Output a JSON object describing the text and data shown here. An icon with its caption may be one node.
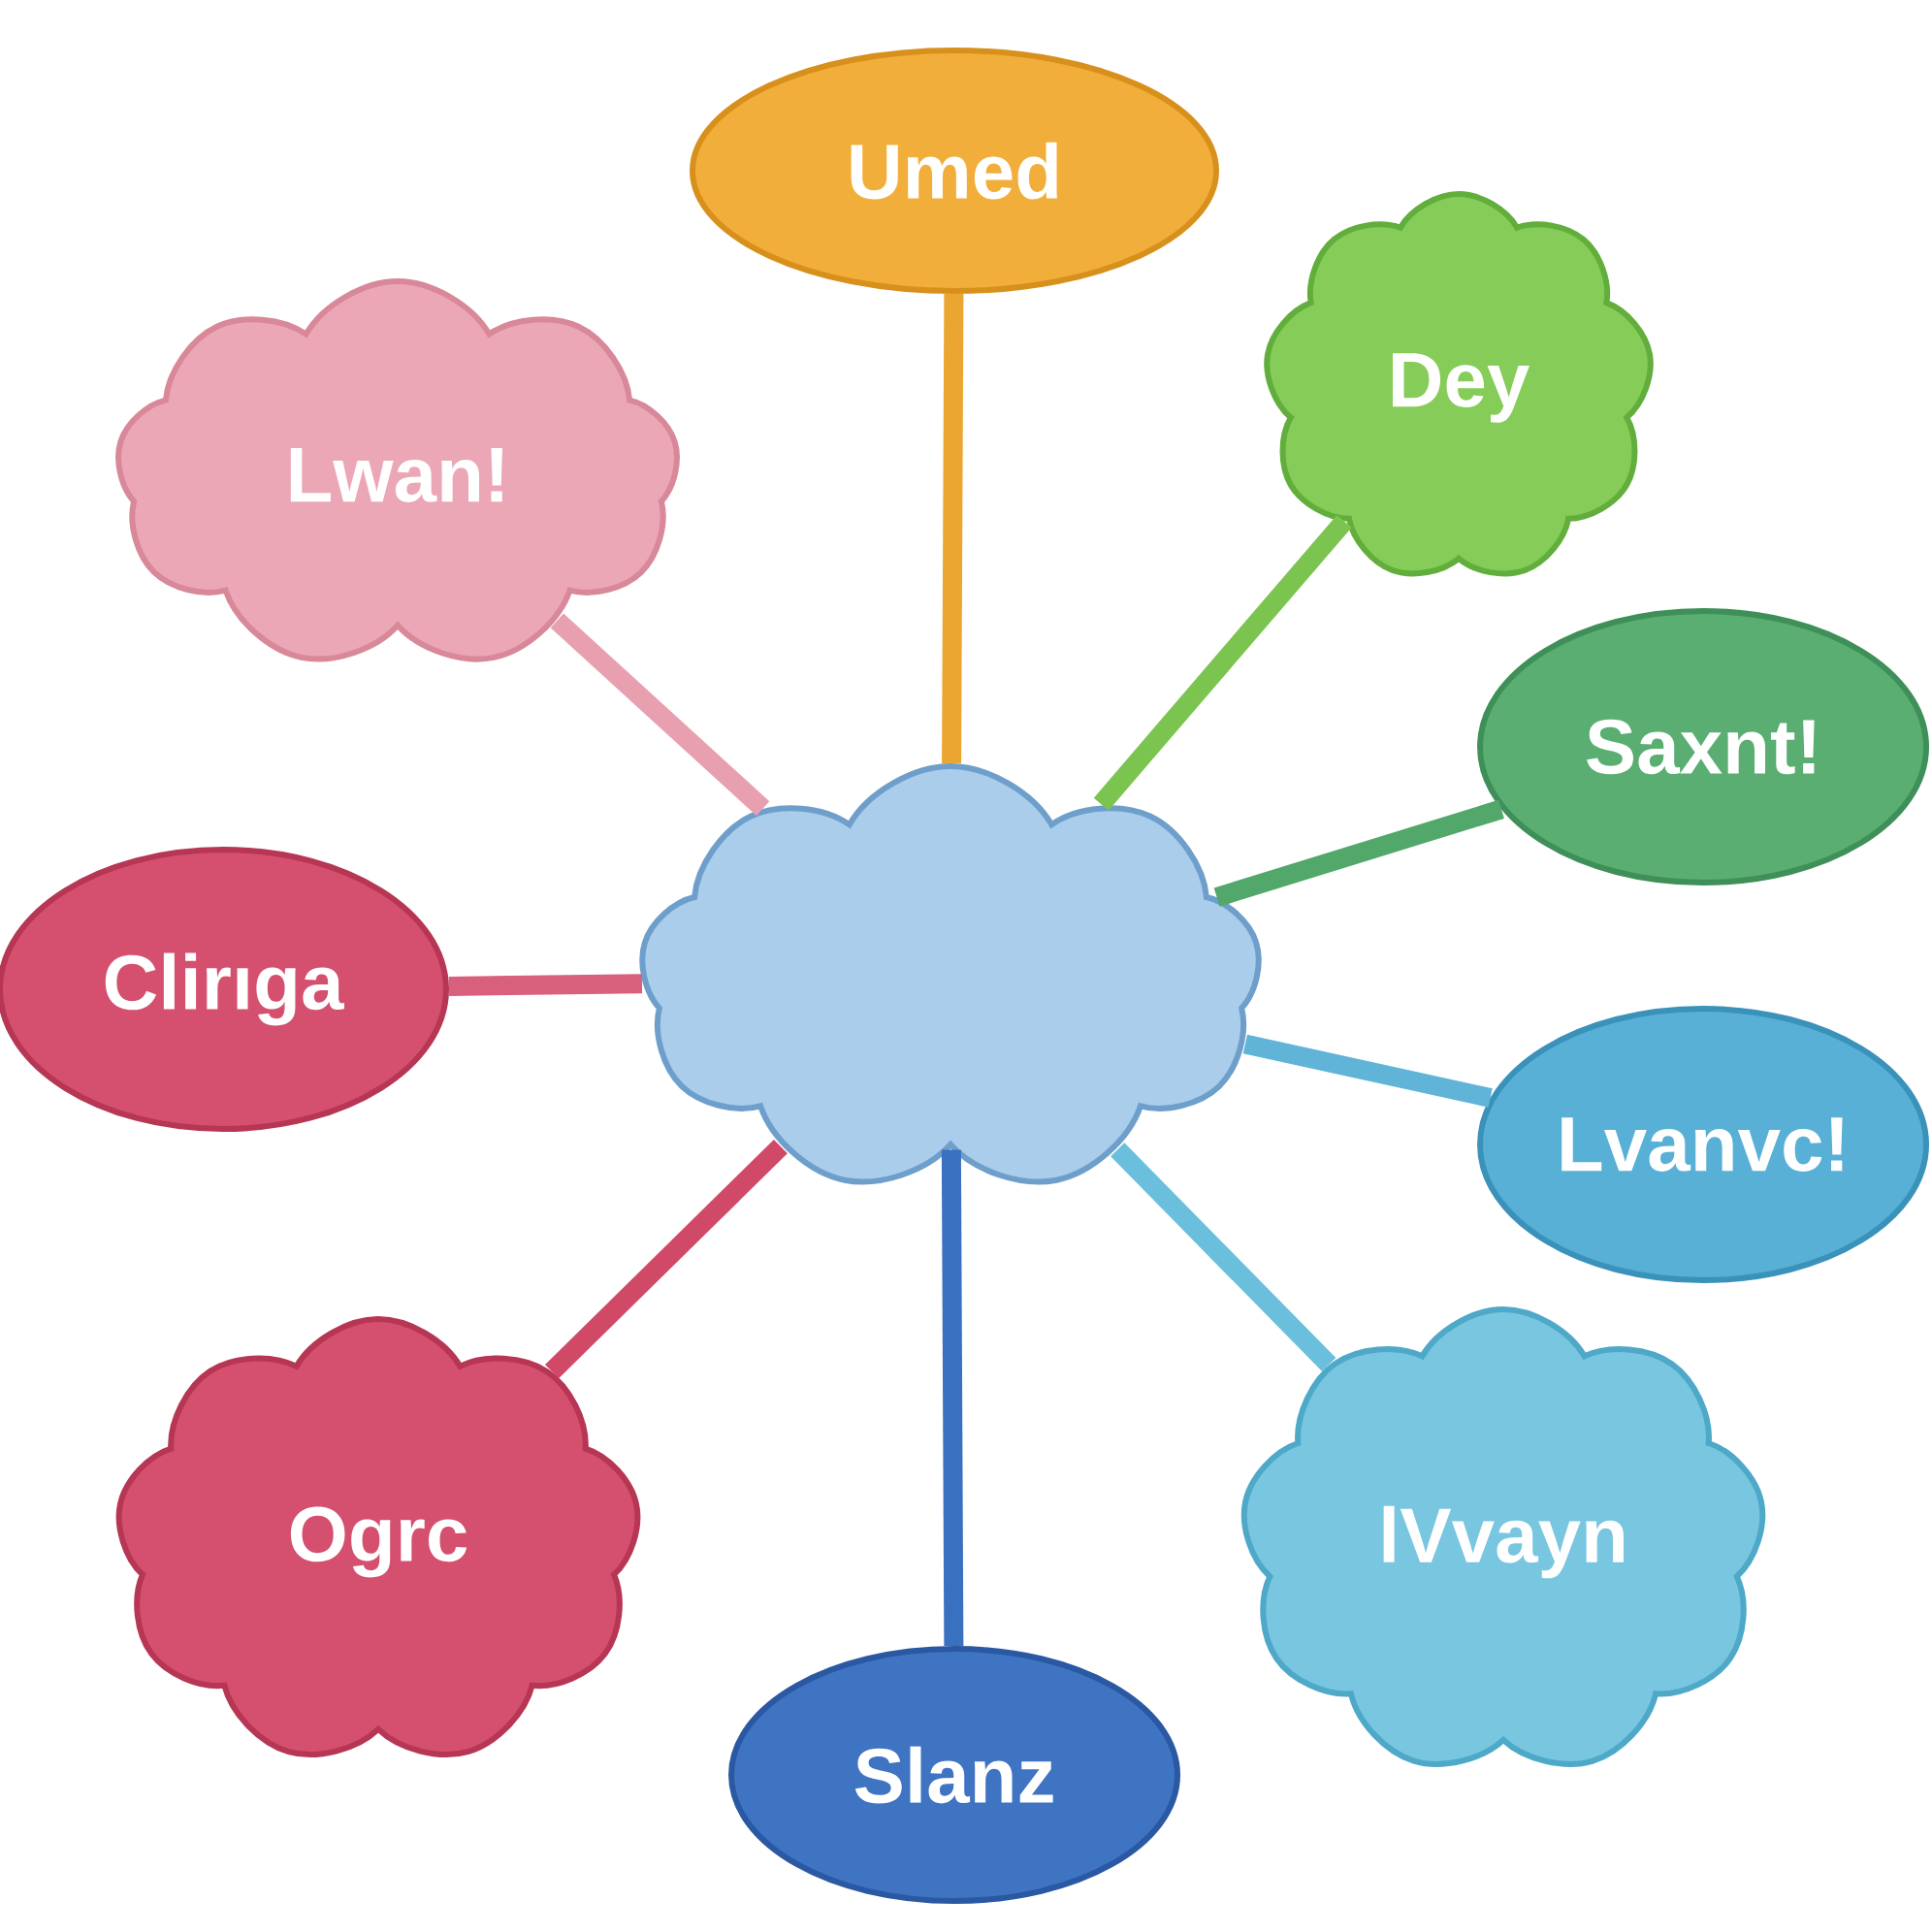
{
  "diagram": {
    "nodes": [
      {
        "text": [],
        "shape": "cloud"
      },
      {
        "text": [
          "Umed"
        ]
      },
      {
        "text": [
          "Lwan!"
        ]
      },
      {
        "text": [
          "Dey"
        ]
      },
      {
        "text": [
          "Saxnt!"
        ]
      },
      {
        "text": [
          "Clirıga"
        ]
      },
      {
        "text": [
          "Lvanvc!"
        ]
      },
      {
        "text": [
          "Ogrc"
        ]
      },
      {
        "text": [
          "Slanz"
        ]
      },
      {
        "text": [
          "lVvayn"
        ]
      }
    ],
    "edges": [
      {
        "from": 0,
        "to": 1,
        "arrow": "none",
        "color": "#eaa630"
      },
      {
        "from": 0,
        "to": 2,
        "arrow": "none",
        "color": "#e8a0b0"
      },
      {
        "from": 0,
        "to": 3,
        "arrow": "none",
        "color": "#7cc450"
      },
      {
        "from": 0,
        "to": 4,
        "arrow": "none",
        "color": "#52a86a"
      },
      {
        "from": 0,
        "to": 5,
        "arrow": "none",
        "color": "#d8607c"
      },
      {
        "from": 0,
        "to": 6,
        "arrow": "none",
        "color": "#60b4d8"
      },
      {
        "from": 0,
        "to": 7,
        "arrow": "none",
        "color": "#d04a68"
      },
      {
        "from": 0,
        "to": 8,
        "arrow": "none",
        "color": "#3a70c0"
      },
      {
        "from": 0,
        "to": 9,
        "arrow": "none",
        "color": "#6ac0dc"
      }
    ]
  }
}
